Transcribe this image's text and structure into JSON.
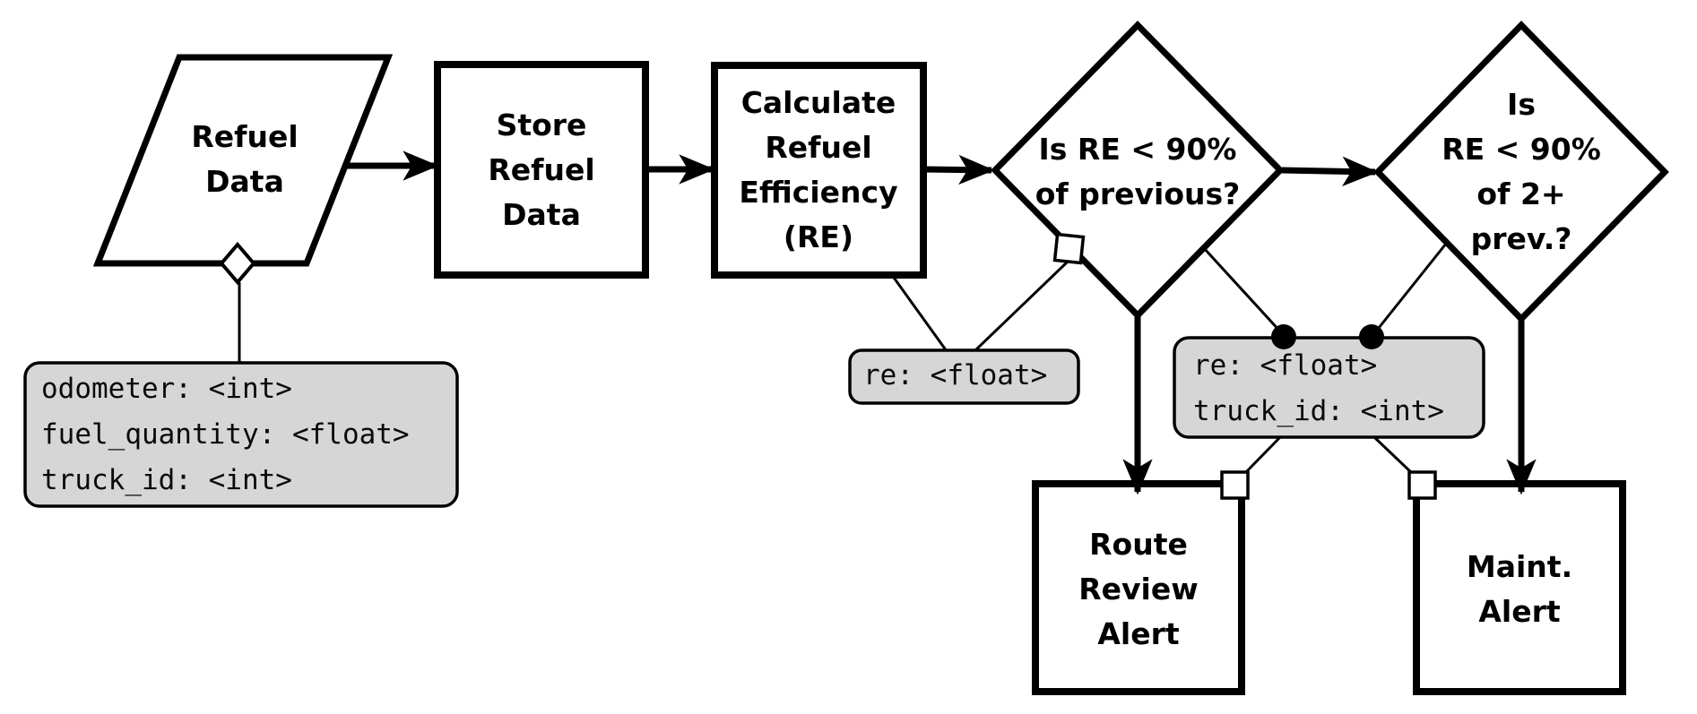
{
  "diagram": {
    "title": "Refuel efficiency alert flowchart",
    "colors": {
      "background": "#ffffff",
      "stroke": "#000000",
      "note_fill": "#d6d6d6"
    },
    "nodes": {
      "refuel_data": {
        "shape": "parallelogram",
        "label": "Refuel\nData"
      },
      "store_refuel_data": {
        "shape": "rectangle",
        "label": "Store\nRefuel\nData"
      },
      "calculate_re": {
        "shape": "rectangle",
        "label": "Calculate\nRefuel\nEfficiency\n(RE)"
      },
      "decision_previous": {
        "shape": "diamond",
        "label": "Is RE < 90%\nof previous?"
      },
      "decision_two_prev": {
        "shape": "diamond",
        "label": "Is\nRE < 90%\nof 2+\nprev.?"
      },
      "route_review_alert": {
        "shape": "rectangle",
        "label": "Route\nReview\nAlert"
      },
      "maint_alert": {
        "shape": "rectangle",
        "label": "Maint.\nAlert"
      }
    },
    "notes": {
      "refuel_fields": {
        "text": "odometer: <int>\nfuel_quantity: <float>\ntruck_id: <int>"
      },
      "re_field": {
        "text": "re: <float>"
      },
      "alert_fields": {
        "text": "re: <float>\ntruck_id: <int>"
      }
    },
    "edges": [
      {
        "from": "refuel_data",
        "to": "store_refuel_data"
      },
      {
        "from": "store_refuel_data",
        "to": "calculate_re"
      },
      {
        "from": "calculate_re",
        "to": "decision_previous"
      },
      {
        "from": "decision_previous",
        "to": "decision_two_prev"
      },
      {
        "from": "decision_previous",
        "to": "route_review_alert"
      },
      {
        "from": "decision_two_prev",
        "to": "maint_alert"
      }
    ]
  }
}
